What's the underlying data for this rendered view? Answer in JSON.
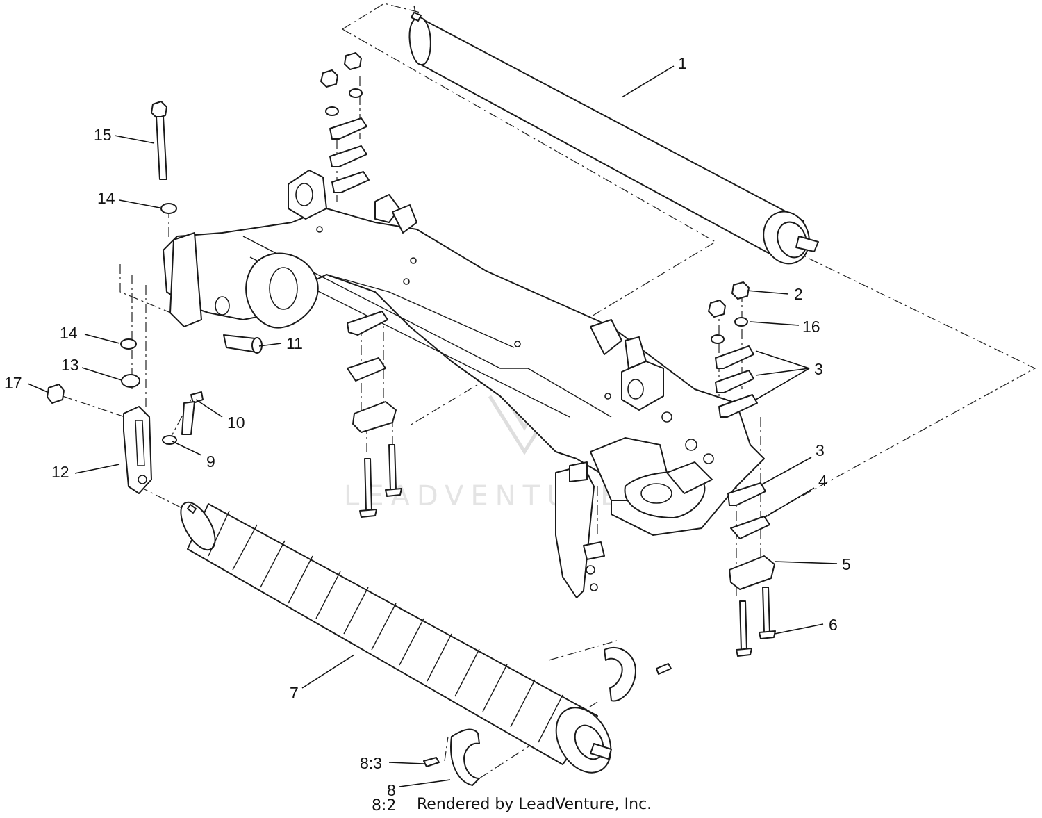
{
  "diagram": {
    "callouts": [
      "1",
      "2",
      "3",
      "3",
      "4",
      "5",
      "6",
      "7",
      "8",
      "8:3",
      "9",
      "10",
      "11",
      "12",
      "13",
      "14",
      "14",
      "15",
      "16",
      "17"
    ],
    "footer": {
      "code": "8:2",
      "credit": "Rendered by LeadVenture, Inc."
    },
    "watermark": "LEADVENTURE"
  }
}
